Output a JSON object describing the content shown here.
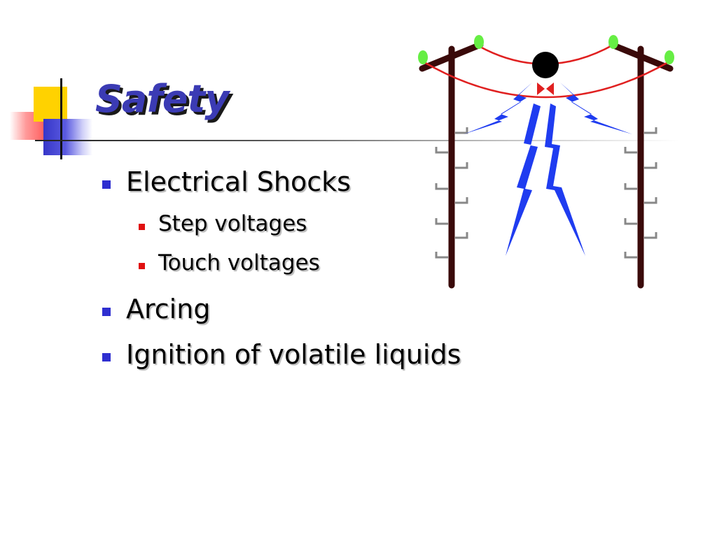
{
  "slide": {
    "title": "Safety",
    "bullets": [
      {
        "text": "Electrical Shocks",
        "level": 1,
        "sub": [
          {
            "text": "Step voltages",
            "level": 2
          },
          {
            "text": "Touch voltages",
            "level": 2
          }
        ]
      },
      {
        "text": "Arcing",
        "level": 1
      },
      {
        "text": "Ignition of volatile liquids",
        "level": 1
      }
    ]
  },
  "colors": {
    "title": "#3b3bb4",
    "bullet_level1": "#2f2fd0",
    "bullet_level2": "#e01010",
    "pole": "#3a0a0a",
    "wire": "#e02020",
    "insulator": "#66ee44",
    "lightning": "#1f3cf0"
  },
  "illustration": {
    "subject": "lineworker-shock-between-utility-poles",
    "icons": [
      "utility-pole-icon",
      "power-line-icon",
      "lightning-bolt-icon",
      "person-head-icon",
      "bow-tie-icon"
    ]
  }
}
